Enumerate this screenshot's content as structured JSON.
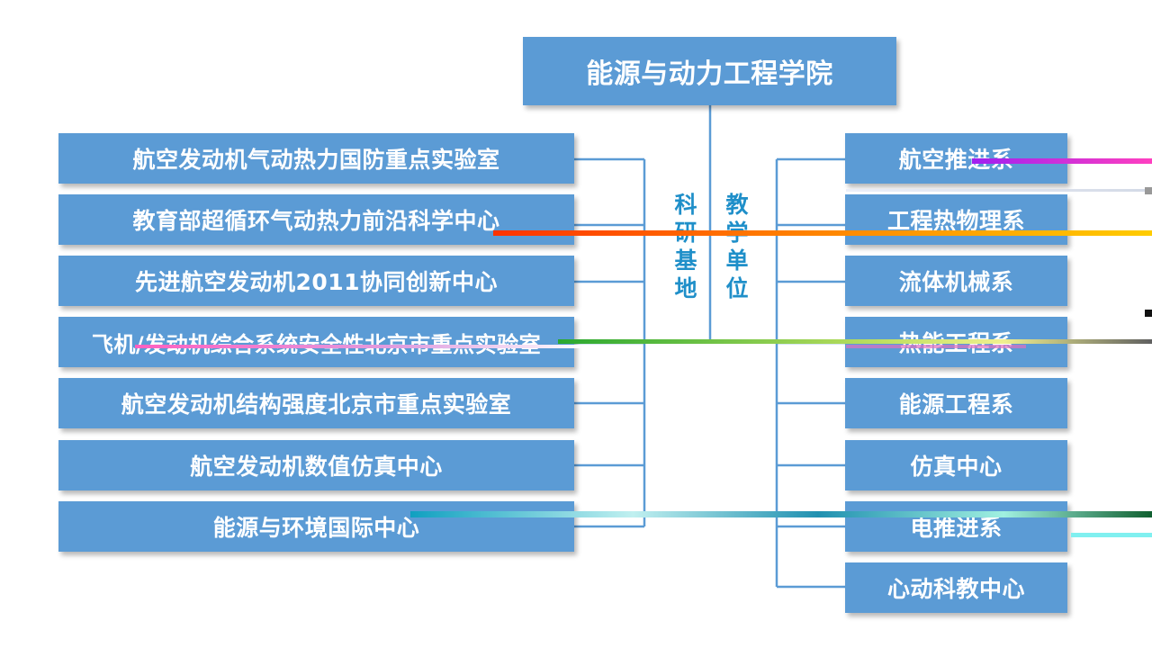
{
  "root": {
    "label": "能源与动力工程学院"
  },
  "research": {
    "label_chars": [
      "科",
      "研",
      "基",
      "地"
    ],
    "items": [
      "航空发动机气动热力国防重点实验室",
      "教育部超循环气动热力前沿科学中心",
      "先进航空发动机2011协同创新中心",
      "飞机/发动机综合系统安全性北京市重点实验室",
      "航空发动机结构强度北京市重点实验室",
      "航空发动机数值仿真中心",
      "能源与环境国际中心"
    ]
  },
  "teaching": {
    "label_chars": [
      "教",
      "学",
      "单",
      "位"
    ],
    "items": [
      "航空推进系",
      "工程热物理系",
      "流体机械系",
      "热能工程系",
      "能源工程系",
      "仿真中心",
      "电推进系",
      "心动科教中心"
    ]
  },
  "colors": {
    "box_fill": "#5b9bd5",
    "connector": "#5b9bd5",
    "label_text": "#1f8fc9",
    "box_text": "#ffffff"
  }
}
